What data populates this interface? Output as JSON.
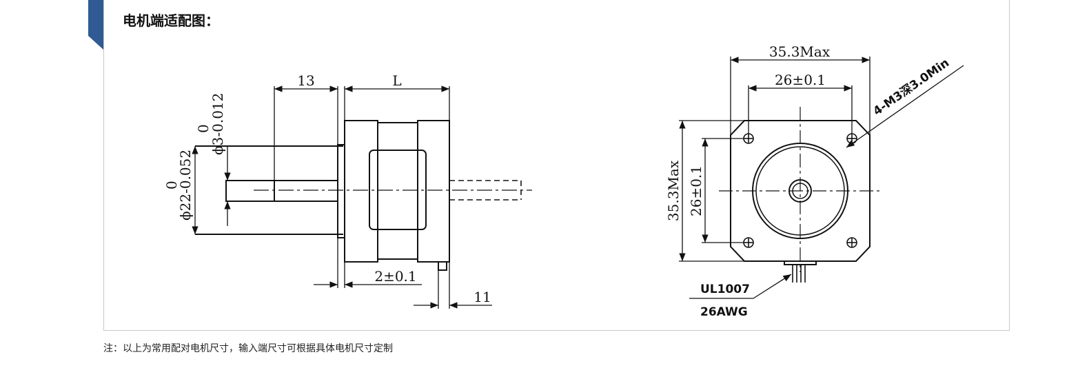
{
  "section_title": "电机端适配图：",
  "accent_color": "#2f5a93",
  "footnote": "注：以上为常用配对电机尺寸，输入端尺寸可根据具体电机尺寸定制",
  "side_view": {
    "shaft_length": "13",
    "body_length": "L",
    "shaft_dia_tol": "0",
    "shaft_dia": "ϕ3-0.012",
    "boss_dia_tol": "0",
    "boss_dia": "ϕ22-0.052",
    "boss_height": "2±0.1",
    "rear_length": "11"
  },
  "front_view": {
    "width_max": "35.3Max",
    "hole_spacing_h": "26±0.1",
    "height_max": "35.3Max",
    "hole_spacing_v": "26±0.1",
    "thread_note": "4-M3深3.0Min",
    "wire_type": "UL1007",
    "wire_gauge": "26AWG"
  }
}
